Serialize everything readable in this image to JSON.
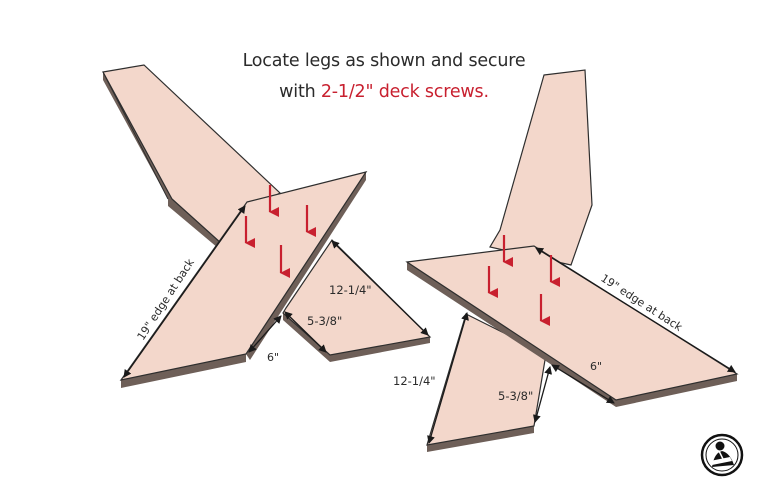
{
  "instructions": {
    "line1": "Locate legs as shown and secure",
    "line2_prefix": "with ",
    "line2_highlight": "2-1/2\" deck screws.",
    "highlight_color": "#c8202f",
    "text_color": "#2b2b2b"
  },
  "colors": {
    "board_face": "#f3d7cb",
    "board_edge": "#6e5f58",
    "outline": "#2e2e2e",
    "arrow": "#c8202f",
    "background": "#ffffff"
  },
  "left_assembly": {
    "dimensions": {
      "back_edge": "19\" edge at back",
      "front_width": "6\"",
      "leg_length": "12-1/4\"",
      "leg_width": "5-3/8\""
    },
    "screw_arrow_count": 4
  },
  "right_assembly": {
    "dimensions": {
      "back_edge": "19\" edge at back",
      "front_width": "6\"",
      "leg_length": "12-1/4\"",
      "leg_width": "5-3/8\""
    },
    "screw_arrow_count": 4
  },
  "logo": {
    "icon": "woodworker-logo-icon"
  }
}
